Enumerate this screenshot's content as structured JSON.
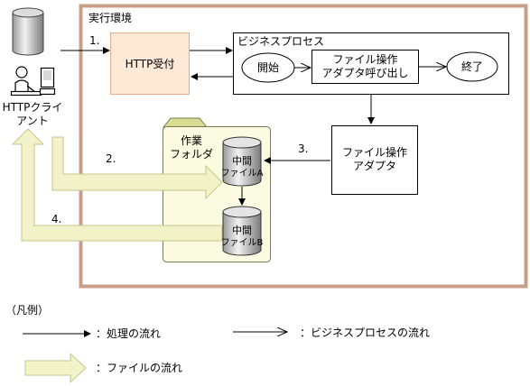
{
  "environment": {
    "label": "実行環境"
  },
  "client": {
    "label_line1": "HTTPクライ",
    "label_line2": "アント"
  },
  "http_receive": {
    "label": "HTTP受付"
  },
  "business_process": {
    "label": "ビジネスプロセス",
    "start": "開始",
    "call_line1": "ファイル操作",
    "call_line2": "アダプタ呼び出し",
    "end": "終了"
  },
  "file_adapter": {
    "label_line1": "ファイル操作",
    "label_line2": "アダプタ"
  },
  "work_folder": {
    "label_line1": "作業",
    "label_line2": "フォルダ",
    "file_a_line1": "中間",
    "file_a_line2": "ファイルA",
    "file_b_line1": "中間",
    "file_b_line2": "ファイルB"
  },
  "steps": {
    "s1": "1.",
    "s2": "2.",
    "s3": "3.",
    "s4": "4."
  },
  "legend": {
    "title": "（凡例）",
    "process_flow": "：処理の流れ",
    "business_flow": "：ビジネスプロセスの流れ",
    "file_flow": "：ファイルの流れ"
  },
  "colors": {
    "environment_border": "#c8a088",
    "http_receive_fill": "#fde9d5",
    "http_receive_border": "#e0b090",
    "folder_fill": "#fbfbe2",
    "folder_tab": "#d8dc92",
    "file_arrow_fill": "#f2f2c8",
    "file_arrow_stroke": "#c7c78c"
  }
}
